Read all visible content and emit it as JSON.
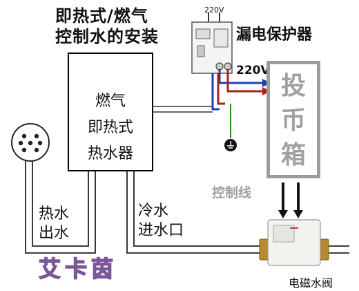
{
  "title": {
    "line1": "即热式/燃气",
    "line2": "控制水的安装"
  },
  "labels": {
    "leakage_protector": "漏电保护器",
    "voltage_small": "220V",
    "voltage_big": "220V",
    "heater_line1": "燃气",
    "heater_line2": "即热式",
    "heater_line3": "热水器",
    "coin_box_line1": "投",
    "coin_box_line2": "币",
    "coin_box_line3": "箱",
    "control_line": "控制线",
    "hot_water_line1": "热水",
    "hot_water_line2": "出水",
    "cold_water_line1": "冷水",
    "cold_water_line2": "进水口",
    "brand": "艾卡茵",
    "solenoid_valve": "电磁水阀"
  },
  "colors": {
    "live_wire": "#1c3fb0",
    "neutral_wire": "#b01c1c",
    "coin_box_border": "#9c9c9c",
    "brand_fill": "#e2c8ec",
    "valve_body": "#f2f2ee",
    "valve_fitting": "#b88a2f"
  },
  "icons": {
    "shower_head": "shower-head-icon",
    "ground": "ground-icon",
    "breaker": "circuit-breaker-icon",
    "valve": "solenoid-valve-icon"
  }
}
